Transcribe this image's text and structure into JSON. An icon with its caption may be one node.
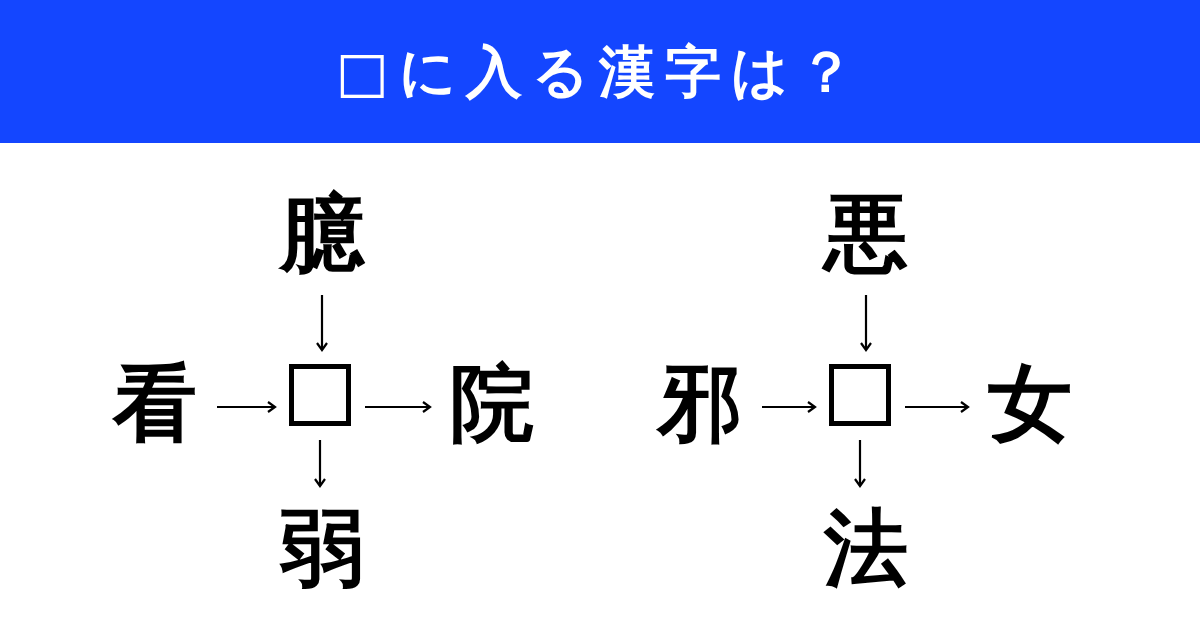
{
  "diagram": {
    "title": "□に入る漢字は？",
    "nodes": [
      {
        "text": [
          "臆"
        ]
      },
      {
        "text": [
          "看"
        ]
      },
      {
        "text": [],
        "shape": "box"
      },
      {
        "text": [
          "院"
        ]
      },
      {
        "text": [
          "弱"
        ]
      },
      {
        "text": [
          "悪"
        ]
      },
      {
        "text": [
          "邪"
        ]
      },
      {
        "text": [],
        "shape": "box"
      },
      {
        "text": [
          "女"
        ]
      },
      {
        "text": [
          "法"
        ]
      }
    ],
    "edges": [
      {
        "from": 0,
        "to": 2,
        "arrow": "to"
      },
      {
        "from": 1,
        "to": 2,
        "arrow": "to"
      },
      {
        "from": 2,
        "to": 3,
        "arrow": "to"
      },
      {
        "from": 2,
        "to": 4,
        "arrow": "to"
      },
      {
        "from": 5,
        "to": 7,
        "arrow": "to"
      },
      {
        "from": 6,
        "to": 7,
        "arrow": "to"
      },
      {
        "from": 7,
        "to": 8,
        "arrow": "to"
      },
      {
        "from": 7,
        "to": 9,
        "arrow": "to"
      }
    ]
  }
}
